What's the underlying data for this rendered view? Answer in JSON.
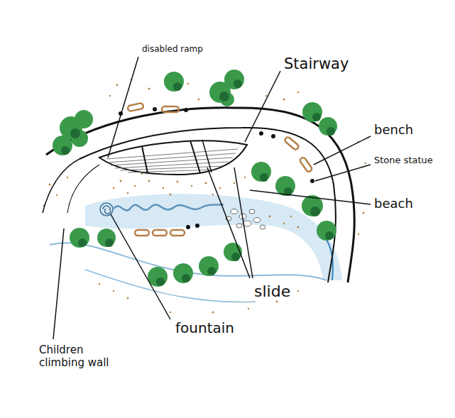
{
  "diagram": {
    "labels": [
      "disabled ramp",
      "Stairway",
      "bench",
      "Stone statue",
      "beach",
      "slide",
      "fountain",
      "Children climbing wall"
    ]
  }
}
